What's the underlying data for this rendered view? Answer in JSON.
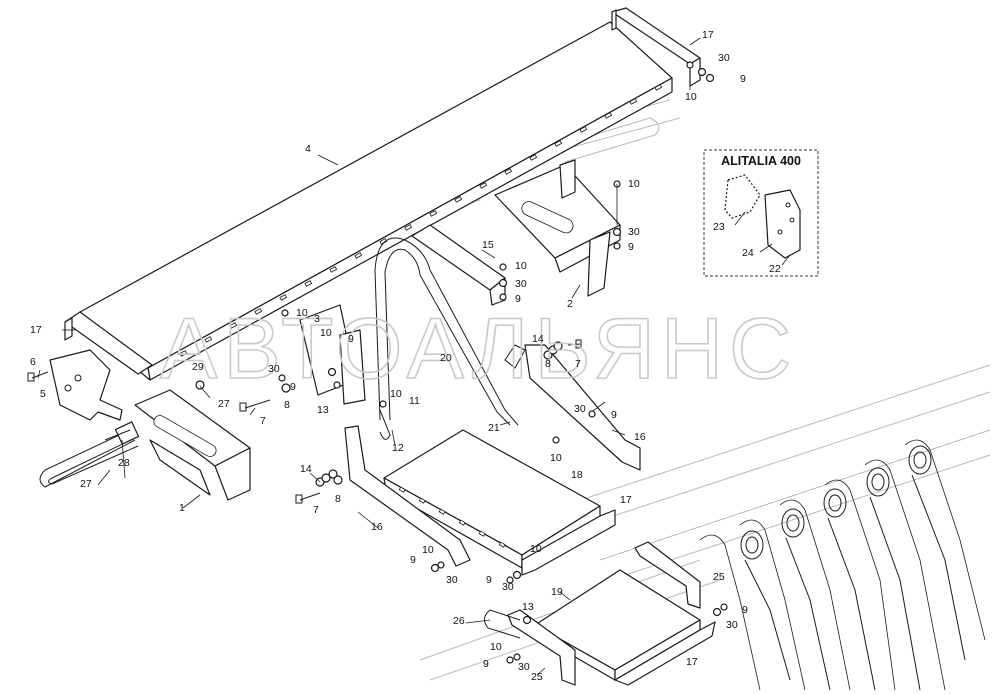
{
  "watermark": "АВТОАЛЬЯНС",
  "inset": {
    "title": "ALITALIA 400"
  },
  "callouts": [
    {
      "id": "c-17a",
      "text": "17"
    },
    {
      "id": "c-30a",
      "text": "30"
    },
    {
      "id": "c-9a",
      "text": "9"
    },
    {
      "id": "c-10a",
      "text": "10"
    },
    {
      "id": "c-4",
      "text": "4"
    },
    {
      "id": "c-10b",
      "text": "10"
    },
    {
      "id": "c-30b",
      "text": "30"
    },
    {
      "id": "c-9b",
      "text": "9"
    },
    {
      "id": "c-15",
      "text": "15"
    },
    {
      "id": "c-10c",
      "text": "10"
    },
    {
      "id": "c-30c",
      "text": "30"
    },
    {
      "id": "c-9c",
      "text": "9"
    },
    {
      "id": "c-2",
      "text": "2"
    },
    {
      "id": "c-17b",
      "text": "17"
    },
    {
      "id": "c-10d",
      "text": "10"
    },
    {
      "id": "c-3",
      "text": "3"
    },
    {
      "id": "c-10e",
      "text": "10"
    },
    {
      "id": "c-9d",
      "text": "9"
    },
    {
      "id": "c-20",
      "text": "20"
    },
    {
      "id": "c-14a",
      "text": "14"
    },
    {
      "id": "c-8a",
      "text": "8"
    },
    {
      "id": "c-7a",
      "text": "7"
    },
    {
      "id": "c-6",
      "text": "6"
    },
    {
      "id": "c-5",
      "text": "5"
    },
    {
      "id": "c-29",
      "text": "29"
    },
    {
      "id": "c-27a",
      "text": "27"
    },
    {
      "id": "c-7b",
      "text": "7"
    },
    {
      "id": "c-30d",
      "text": "30"
    },
    {
      "id": "c-9e",
      "text": "9"
    },
    {
      "id": "c-8b",
      "text": "8"
    },
    {
      "id": "c-13a",
      "text": "13"
    },
    {
      "id": "c-10f",
      "text": "10"
    },
    {
      "id": "c-11",
      "text": "11"
    },
    {
      "id": "c-12",
      "text": "12"
    },
    {
      "id": "c-21",
      "text": "21"
    },
    {
      "id": "c-30e",
      "text": "30"
    },
    {
      "id": "c-9f",
      "text": "9"
    },
    {
      "id": "c-16a",
      "text": "16"
    },
    {
      "id": "c-10g",
      "text": "10"
    },
    {
      "id": "c-28",
      "text": "28"
    },
    {
      "id": "c-27b",
      "text": "27"
    },
    {
      "id": "c-1",
      "text": "1"
    },
    {
      "id": "c-14b",
      "text": "14"
    },
    {
      "id": "c-8c",
      "text": "8"
    },
    {
      "id": "c-7c",
      "text": "7"
    },
    {
      "id": "c-18",
      "text": "18"
    },
    {
      "id": "c-17c",
      "text": "17"
    },
    {
      "id": "c-16b",
      "text": "16"
    },
    {
      "id": "c-10h",
      "text": "10"
    },
    {
      "id": "c-9g",
      "text": "9"
    },
    {
      "id": "c-30f",
      "text": "30"
    },
    {
      "id": "c-10i",
      "text": "10"
    },
    {
      "id": "c-9h",
      "text": "9"
    },
    {
      "id": "c-30g",
      "text": "30"
    },
    {
      "id": "c-25a",
      "text": "25"
    },
    {
      "id": "c-19",
      "text": "19"
    },
    {
      "id": "c-13b",
      "text": "13"
    },
    {
      "id": "c-9i",
      "text": "9"
    },
    {
      "id": "c-30h",
      "text": "30"
    },
    {
      "id": "c-26",
      "text": "26"
    },
    {
      "id": "c-10j",
      "text": "10"
    },
    {
      "id": "c-9j",
      "text": "9"
    },
    {
      "id": "c-30i",
      "text": "30"
    },
    {
      "id": "c-25b",
      "text": "25"
    },
    {
      "id": "c-17d",
      "text": "17"
    },
    {
      "id": "c-23",
      "text": "23"
    },
    {
      "id": "c-24",
      "text": "24"
    },
    {
      "id": "c-22",
      "text": "22"
    }
  ]
}
